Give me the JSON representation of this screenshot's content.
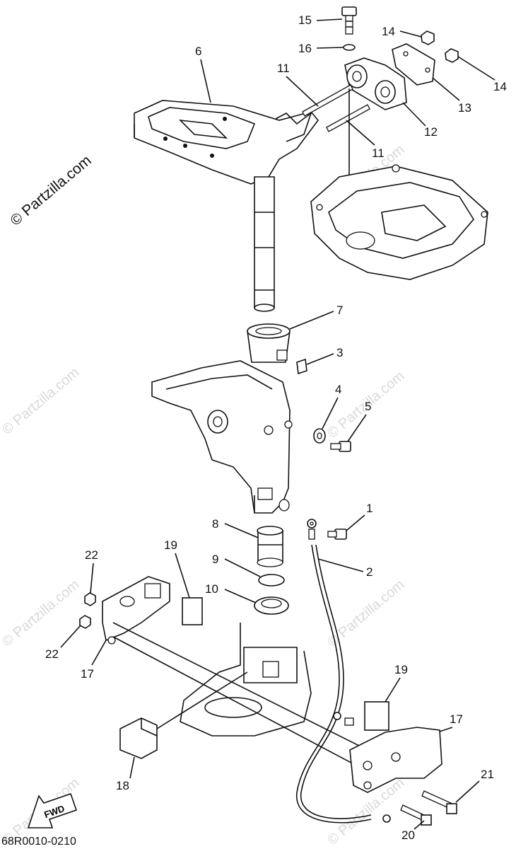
{
  "watermark": {
    "main": "© Partzilla.com",
    "repeat": "© Partzilla.com"
  },
  "diagram_code": "68R0010-0210",
  "fwd_label": "FWD",
  "callouts": {
    "p1": "1",
    "p2": "2",
    "p3": "3",
    "p4": "4",
    "p5": "5",
    "p6": "6",
    "p7": "7",
    "p8": "8",
    "p9": "9",
    "p10": "10",
    "p11a": "11",
    "p11b": "11",
    "p12": "12",
    "p13": "13",
    "p14a": "14",
    "p14b": "14",
    "p15": "15",
    "p16": "16",
    "p17a": "17",
    "p17b": "17",
    "p18": "18",
    "p19a": "19",
    "p19b": "19",
    "p20": "20",
    "p21": "21",
    "p22a": "22",
    "p22b": "22"
  }
}
